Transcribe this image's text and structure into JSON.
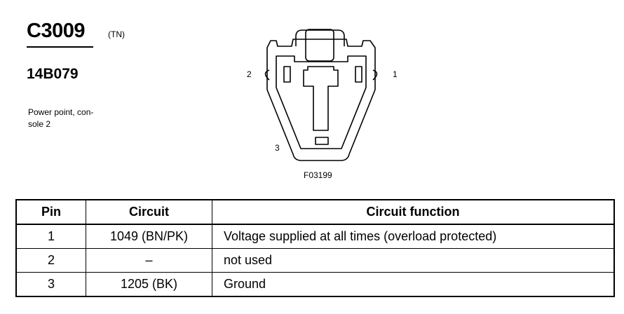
{
  "header": {
    "connector_id": "C3009",
    "connector_color": "(TN)",
    "part_number": "14B079",
    "description_line1": "Power point, con-",
    "description_line2": "sole 2"
  },
  "diagram": {
    "pin_labels": [
      "2",
      "1",
      "3"
    ],
    "figure_id": "F03199"
  },
  "table": {
    "headers": [
      "Pin",
      "Circuit",
      "Circuit function"
    ],
    "rows": [
      {
        "pin": "1",
        "circuit": "1049 (BN/PK)",
        "function": "Voltage supplied at all times (overload protected)"
      },
      {
        "pin": "2",
        "circuit": "–",
        "function": "not used"
      },
      {
        "pin": "3",
        "circuit": "1205 (BK)",
        "function": "Ground"
      }
    ]
  }
}
